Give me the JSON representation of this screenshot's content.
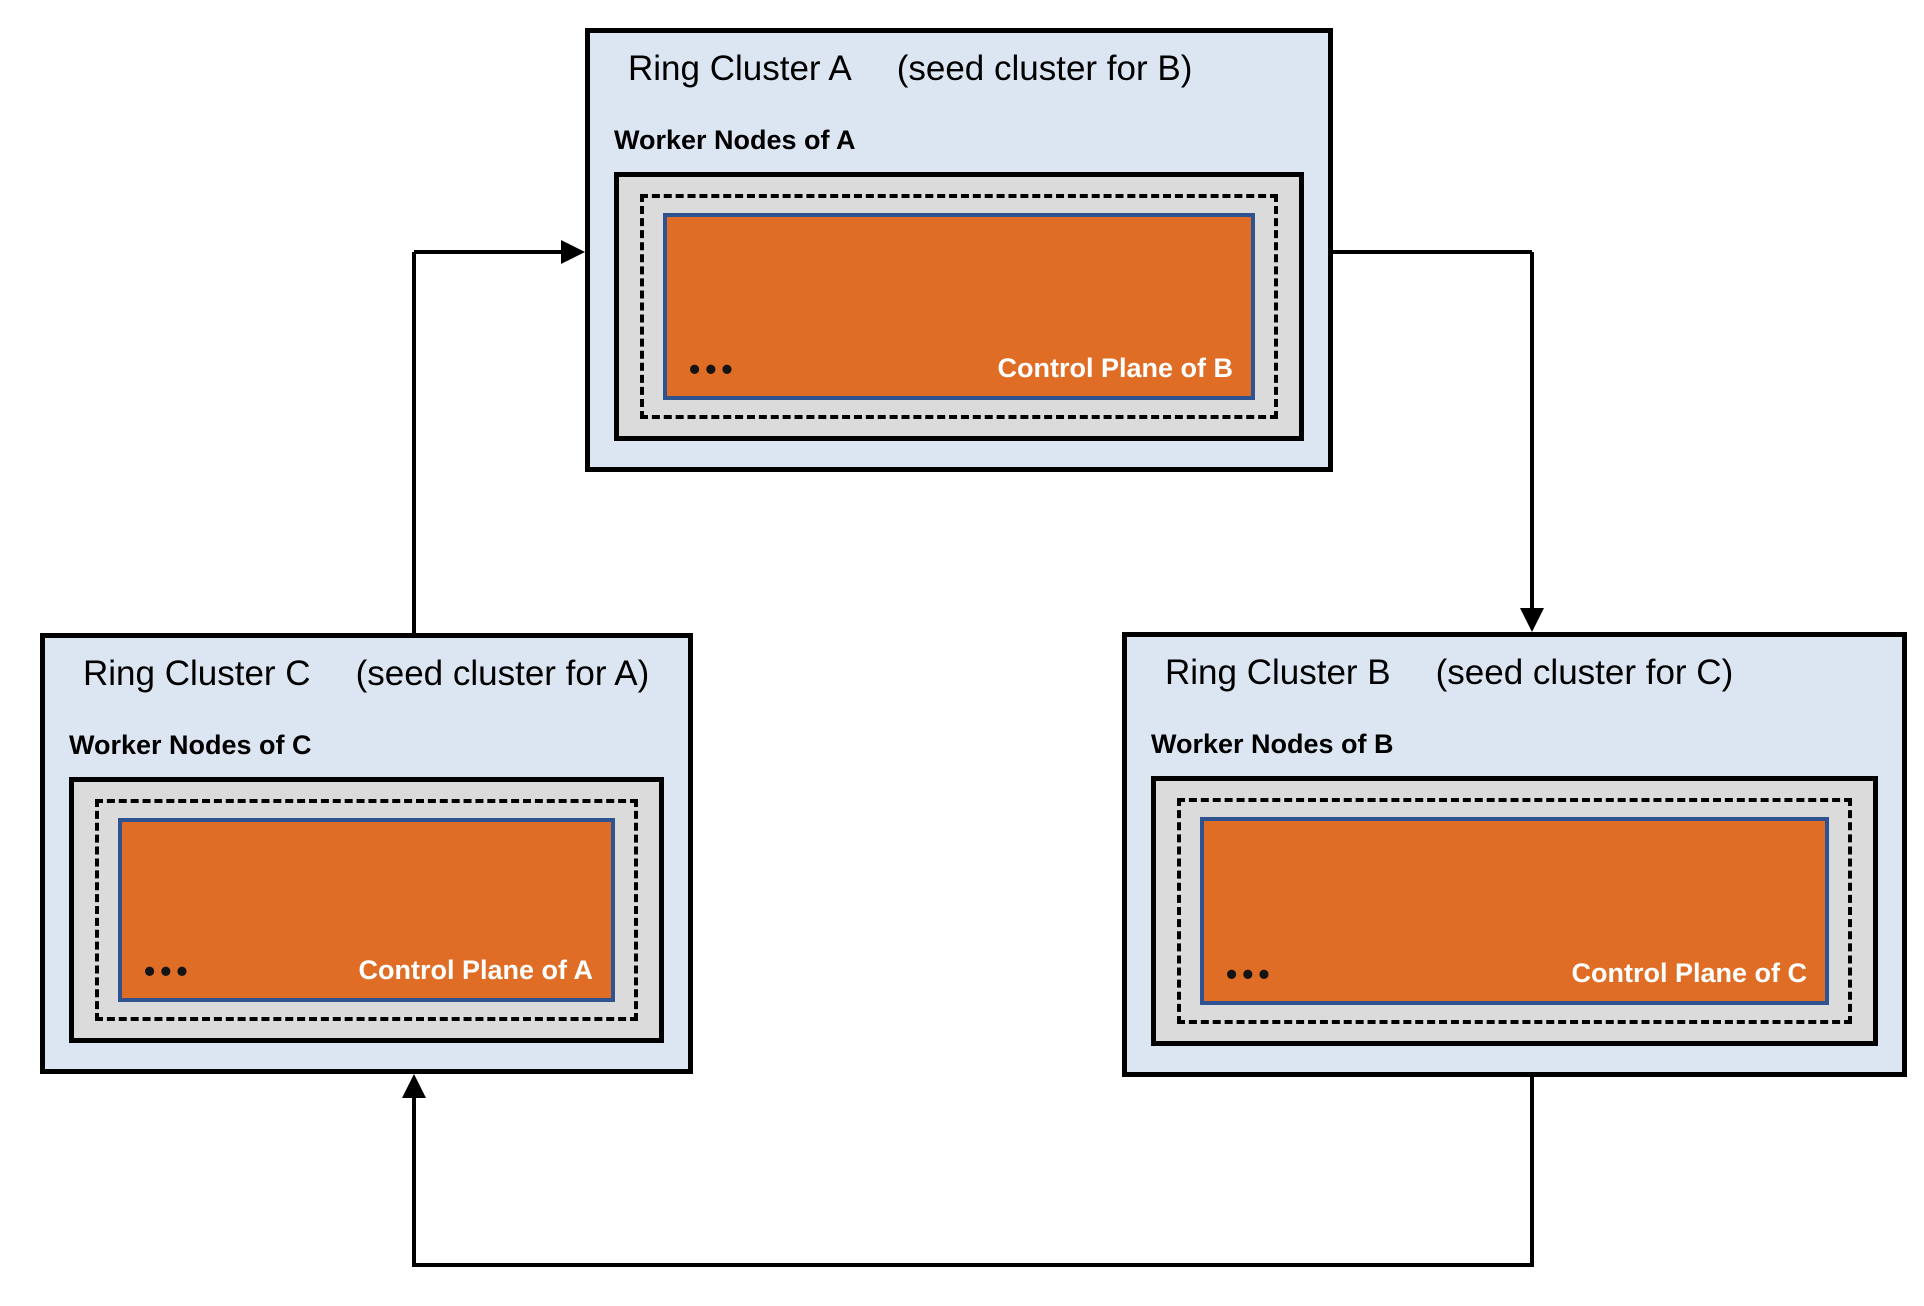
{
  "clusters": [
    {
      "id": "A",
      "title": "Ring Cluster A",
      "subtitle": "(seed cluster for B)",
      "worker_label": "Worker Nodes of A",
      "control_plane_label": "Control Plane of B",
      "dots": "•••"
    },
    {
      "id": "B",
      "title": "Ring Cluster B",
      "subtitle": "(seed cluster for C)",
      "worker_label": "Worker Nodes of B",
      "control_plane_label": "Control Plane of C",
      "dots": "•••"
    },
    {
      "id": "C",
      "title": "Ring Cluster C",
      "subtitle": "(seed cluster for A)",
      "worker_label": "Worker Nodes of C",
      "control_plane_label": "Control Plane of A",
      "dots": "•••"
    }
  ],
  "arrows": [
    {
      "from": "Ring Cluster C",
      "to": "Ring Cluster A"
    },
    {
      "from": "Ring Cluster A",
      "to": "Ring Cluster B"
    },
    {
      "from": "Ring Cluster B",
      "to": "Ring Cluster C"
    }
  ],
  "colors": {
    "cluster_bg": "#dce6f2",
    "worker_bg": "#dbdbdb",
    "control_bg": "#e06d26",
    "control_border": "#2f5291",
    "outline": "#000000",
    "control_text": "#ffffff"
  }
}
